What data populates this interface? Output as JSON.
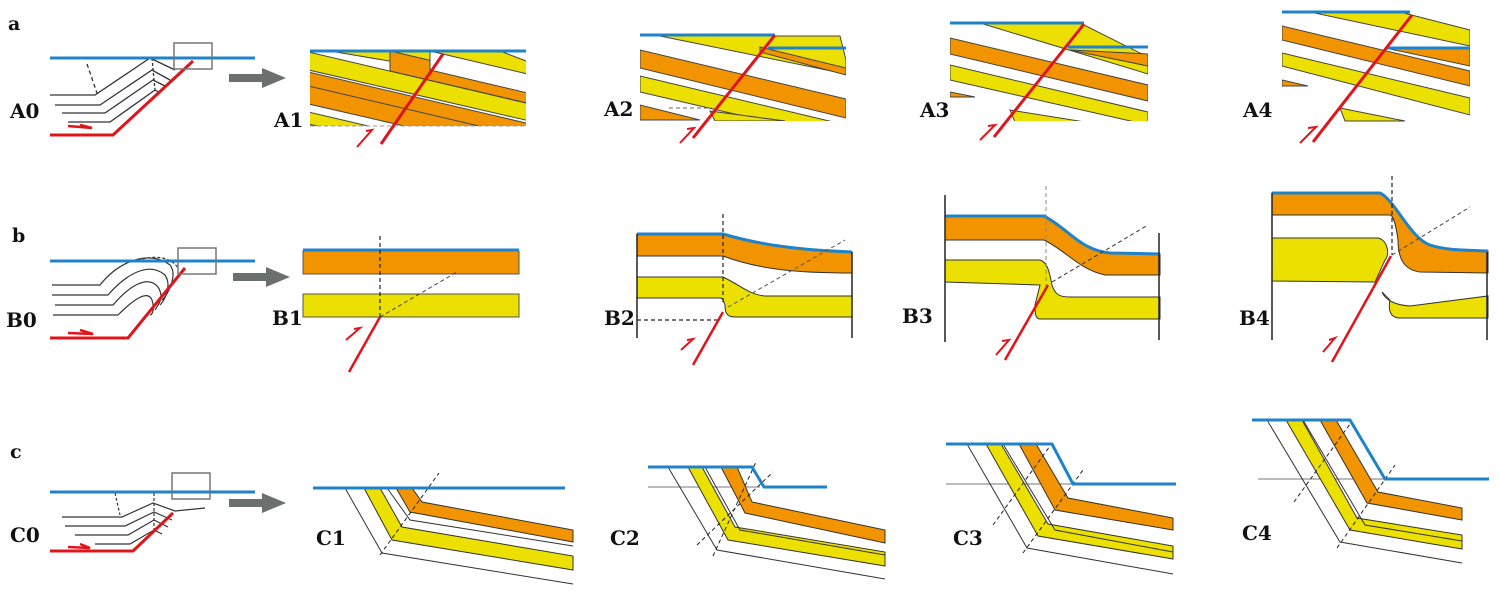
{
  "figure": {
    "colors": {
      "surface": "#1f83c9",
      "fault": "#e0141b",
      "orange_layer": "#f29400",
      "yellow_layer": "#ebe000",
      "arrow": "#6b6f6e",
      "outline": "#333333"
    },
    "rows": [
      {
        "row_label": "a",
        "panels": [
          {
            "id": "A0",
            "label": "A0",
            "kind": "overview"
          },
          {
            "id": "A1",
            "label": "A1",
            "kind": "detail"
          },
          {
            "id": "A2",
            "label": "A2",
            "kind": "detail"
          },
          {
            "id": "A3",
            "label": "A3",
            "kind": "detail"
          },
          {
            "id": "A4",
            "label": "A4",
            "kind": "detail"
          }
        ]
      },
      {
        "row_label": "b",
        "panels": [
          {
            "id": "B0",
            "label": "B0",
            "kind": "overview"
          },
          {
            "id": "B1",
            "label": "B1",
            "kind": "detail"
          },
          {
            "id": "B2",
            "label": "B2",
            "kind": "detail"
          },
          {
            "id": "B3",
            "label": "B3",
            "kind": "detail"
          },
          {
            "id": "B4",
            "label": "B4",
            "kind": "detail"
          }
        ]
      },
      {
        "row_label": "c",
        "panels": [
          {
            "id": "C0",
            "label": "C0",
            "kind": "overview"
          },
          {
            "id": "C1",
            "label": "C1",
            "kind": "detail"
          },
          {
            "id": "C2",
            "label": "C2",
            "kind": "detail"
          },
          {
            "id": "C3",
            "label": "C3",
            "kind": "detail"
          },
          {
            "id": "C4",
            "label": "C4",
            "kind": "detail"
          }
        ]
      }
    ]
  }
}
